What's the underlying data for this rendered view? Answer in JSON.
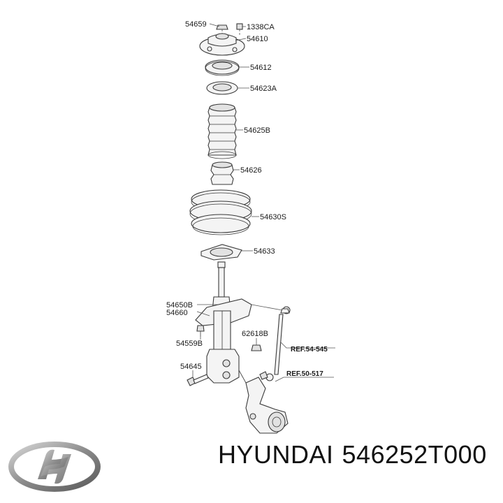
{
  "parts": {
    "p54659": "54659",
    "p1338CA": "1338CA",
    "p54610": "54610",
    "p54612": "54612",
    "p54623A": "54623A",
    "p54625B": "54625B",
    "p54626": "54626",
    "p54630S": "54630S",
    "p54633": "54633",
    "p54650B": "54650B",
    "p54660": "54660",
    "p62618B": "62618B",
    "p54559B": "54559B",
    "p54645": "54645"
  },
  "refs": {
    "ref54545": "REF.54-545",
    "ref50517": "REF.50-517"
  },
  "caption": {
    "brand": "HYUNDAI",
    "part_number": "546252T000"
  },
  "logo": {
    "icon": "hyundai-logo-icon",
    "color": "#8a8a8a"
  }
}
